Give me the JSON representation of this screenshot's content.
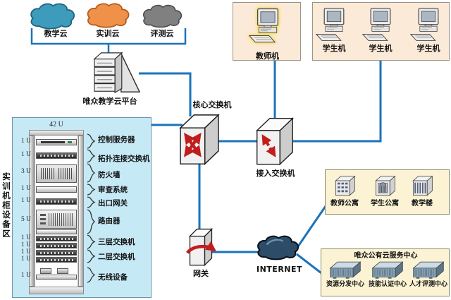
{
  "clouds": {
    "items": [
      {
        "label": "教学云",
        "color": "#3d9cbc"
      },
      {
        "label": "实训云",
        "color": "#f0914a"
      },
      {
        "label": "评测云",
        "color": "#808080"
      }
    ]
  },
  "platform": {
    "label": "唯众教学云平台"
  },
  "switches": {
    "core_label": "核心交换机",
    "access_label": "接入交换机"
  },
  "teacher_area": {
    "label": "教师机"
  },
  "student_area": {
    "labels": [
      "学生机",
      "学生机",
      "学生机"
    ]
  },
  "rack": {
    "area_label": "实训机柜设备区",
    "capacity_label": "42 U",
    "u_slots": [
      "1 U",
      "1 U",
      "3 U",
      "1 U",
      "1 U",
      "5 U",
      "1 U",
      "1 U",
      "1 U",
      "1 U",
      "1 U"
    ],
    "groups": [
      {
        "label": "控制服务器"
      },
      {
        "label": "拓扑连接交换机"
      },
      {
        "label": "防火墙"
      },
      {
        "label": "审查系统"
      },
      {
        "label": "出口网关"
      },
      {
        "label": "路由器"
      },
      {
        "label": "三层交换机"
      },
      {
        "label": "二层交换机"
      },
      {
        "label": "无线设备"
      }
    ]
  },
  "gateway": {
    "label": "网关"
  },
  "internet": {
    "label": "INTERNET"
  },
  "campus": {
    "items": [
      "教师公寓",
      "学生公寓",
      "教学楼"
    ]
  },
  "public_cloud": {
    "title": "唯众公有云服务中心",
    "items": [
      "资源分发中心",
      "技能认证中心",
      "人才评测中心"
    ]
  },
  "colors": {
    "line": "#1a73bb",
    "arrow": "#c21d1d",
    "rack_bg": "#c6e9f6",
    "pc_box_bg": "#fcead8",
    "cream_box_bg": "#fcf3d4"
  }
}
